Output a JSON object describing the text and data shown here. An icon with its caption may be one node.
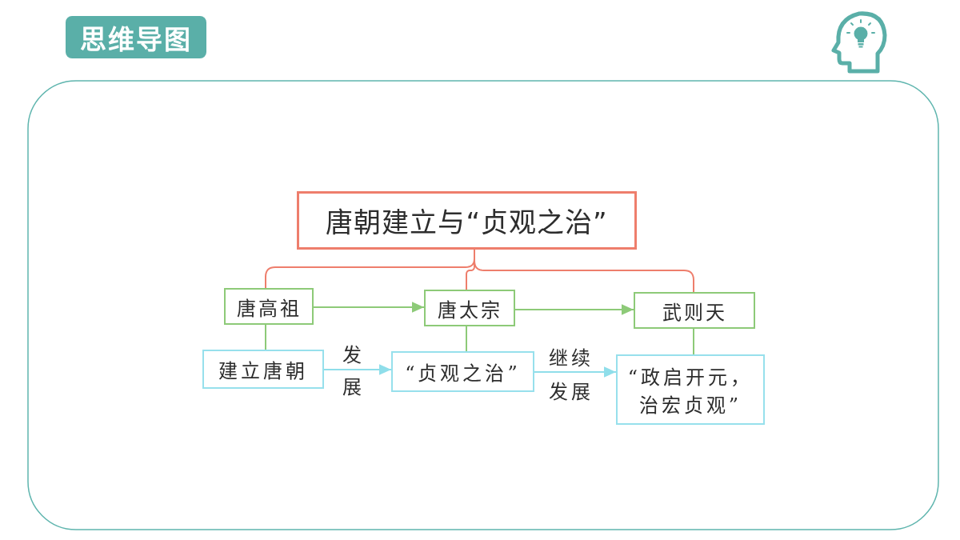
{
  "diagram": {
    "title": "思维导图",
    "nodes": [
      {
        "text": [
          "唐朝建立与“贞观之治”"
        ]
      },
      {
        "text": [
          "唐高祖"
        ]
      },
      {
        "text": [
          "唐太宗"
        ]
      },
      {
        "text": [
          "武则天"
        ]
      },
      {
        "text": [
          "建立唐朝"
        ]
      },
      {
        "text": [
          "“贞观之治”"
        ]
      },
      {
        "text": [
          "“政启开元，治宏贞观”"
        ]
      }
    ],
    "edges": [
      {
        "from": 0,
        "to": 1,
        "arrow": "none",
        "color": "#ee7e6c"
      },
      {
        "from": 0,
        "to": 2,
        "arrow": "none",
        "color": "#ee7e6c"
      },
      {
        "from": 0,
        "to": 3,
        "arrow": "none",
        "color": "#ee7e6c"
      },
      {
        "from": 1,
        "to": 2,
        "arrow": "to"
      },
      {
        "from": 2,
        "to": 3,
        "arrow": "to"
      },
      {
        "from": 1,
        "to": 4,
        "arrow": "none"
      },
      {
        "from": 2,
        "to": 5,
        "arrow": "none"
      },
      {
        "from": 3,
        "to": 6,
        "arrow": "none"
      },
      {
        "from": 4,
        "to": 5,
        "arrow": "to",
        "label": "发展",
        "color": "#8fdeea"
      },
      {
        "from": 5,
        "to": 6,
        "arrow": "to",
        "label": "继续发展",
        "color": "#8fdeea"
      }
    ]
  }
}
